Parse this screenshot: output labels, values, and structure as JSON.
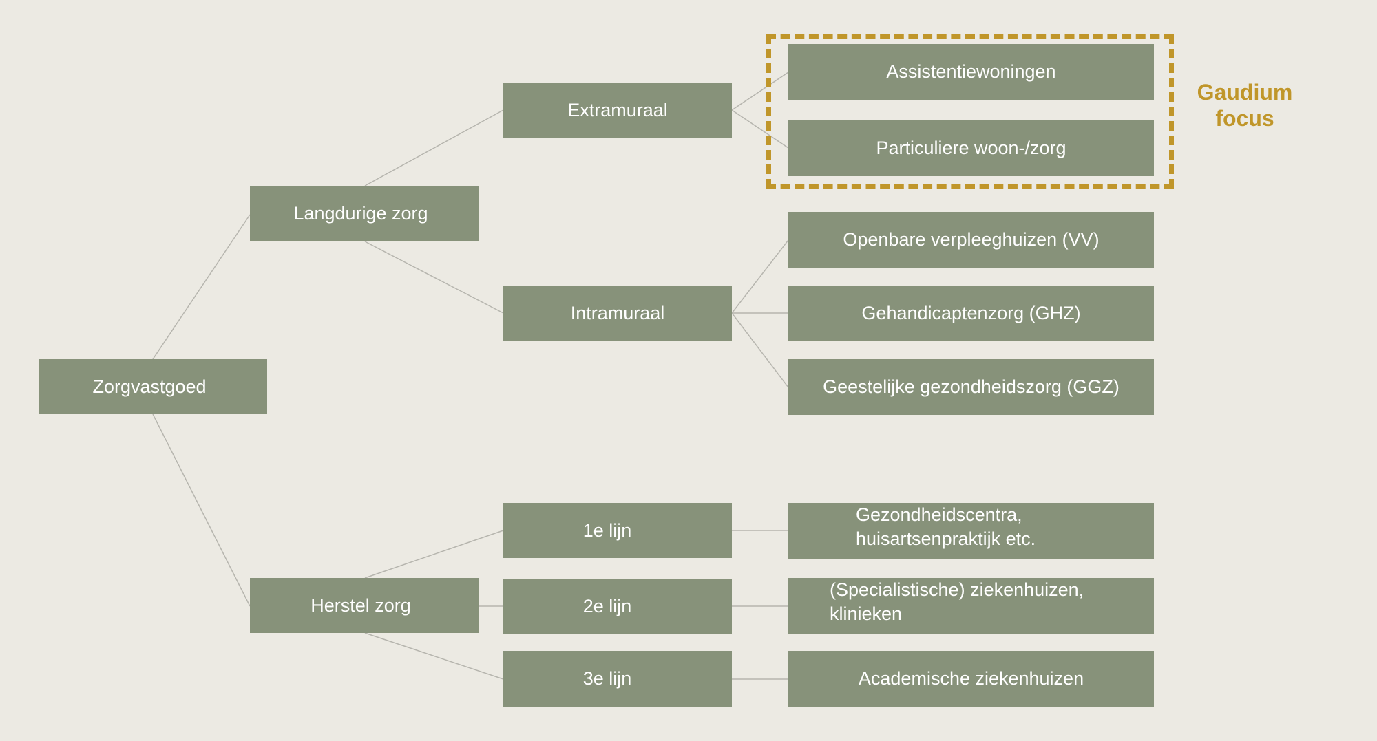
{
  "diagram": {
    "root": "Zorgvastgoed",
    "categories": {
      "langdurige": "Langdurige zorg",
      "herstel": "Herstel zorg"
    },
    "subcategories": {
      "extramuraal": "Extramuraal",
      "intramuraal": "Intramuraal",
      "lijn1": "1e lijn",
      "lijn2": "2e lijn",
      "lijn3": "3e lijn"
    },
    "leaves": {
      "assistentiewoningen": "Assistentiewoningen",
      "particuliere": "Particuliere woon-/zorg",
      "vv": "Openbare verpleeghuizen (VV)",
      "ghz": "Gehandicaptenzorg (GHZ)",
      "ggz": "Geestelijke gezondheidszorg (GGZ)",
      "gezondheidscentra_1": "Gezondheidscentra,",
      "gezondheidscentra_2": "huisartsenpraktijk etc.",
      "ziekenhuizen_1": "(Specialistische) ziekenhuizen,",
      "ziekenhuizen_2": "klinieken",
      "academische": "Academische ziekenhuizen"
    },
    "focus": {
      "label": "Gaudium\nfocus"
    },
    "colors": {
      "background": "#eceae3",
      "node": "#87927a",
      "node_text": "#ffffff",
      "connector": "#b6b5ae",
      "focus": "#c0962a"
    }
  }
}
